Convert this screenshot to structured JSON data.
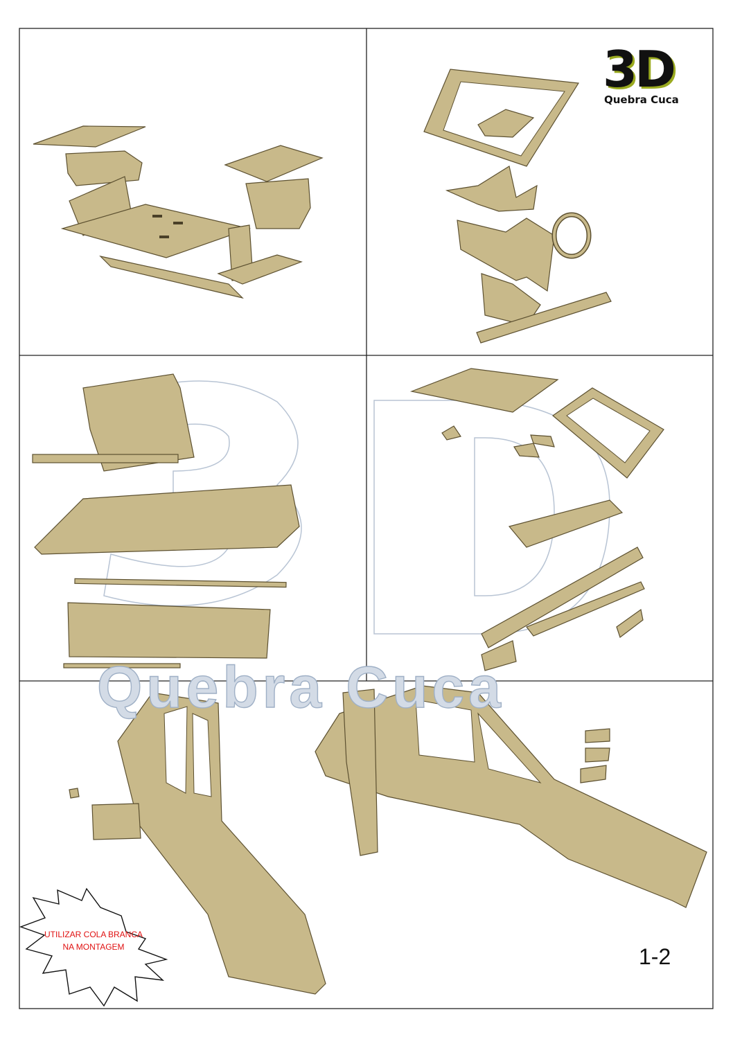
{
  "logo": {
    "mark": "3D",
    "subtitle": "Quebra Cuca"
  },
  "watermark": {
    "mark": "3D",
    "text": "Quebra Cuca"
  },
  "warning": {
    "line1": "UTILIZAR COLA BRANCA",
    "line2": "NA MONTAGEM"
  },
  "page_number": "1-2",
  "colors": {
    "wood": "#c8b98a",
    "edge": "#5c5030",
    "warning_text": "#e01010",
    "watermark": "#b8c4d4"
  }
}
